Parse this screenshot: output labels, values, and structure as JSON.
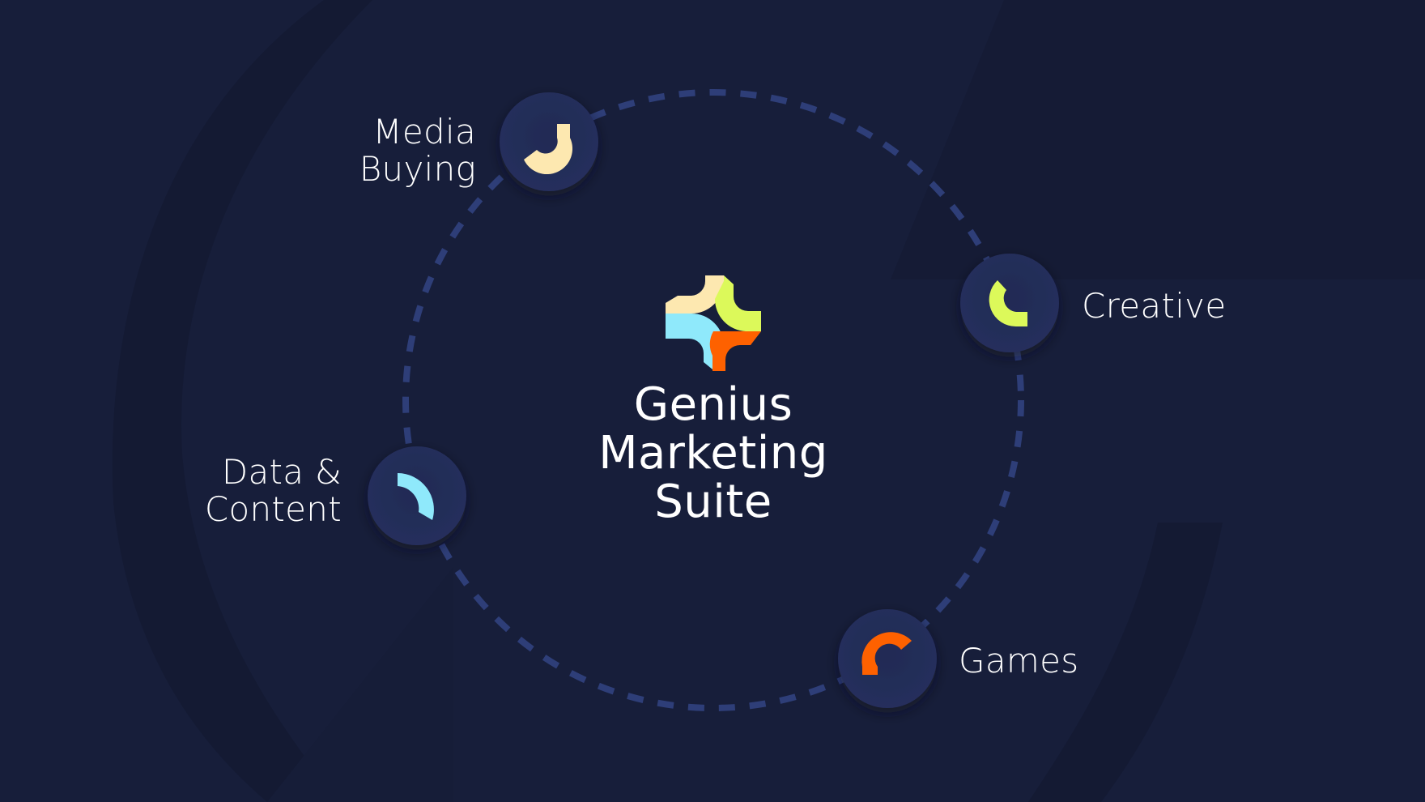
{
  "title": {
    "lines": [
      "Genius",
      "Marketing",
      "Suite"
    ]
  },
  "logo": {
    "name": "genius-sports-logo",
    "colors": {
      "cream": "#fde8b0",
      "lime": "#dcf95a",
      "cyan": "#8fe9fb",
      "orange": "#fe6100"
    }
  },
  "nodes": [
    {
      "id": "media-buying",
      "label": "Media\nBuying",
      "icon": "arc-cream-icon",
      "color": "#fde8b0",
      "position": "top-left"
    },
    {
      "id": "creative",
      "label": "Creative",
      "icon": "arc-lime-icon",
      "color": "#dcf95a",
      "position": "right"
    },
    {
      "id": "data-content",
      "label": "Data &\nContent",
      "icon": "arc-cyan-icon",
      "color": "#8fe9fb",
      "position": "left"
    },
    {
      "id": "games",
      "label": "Games",
      "icon": "arc-orange-icon",
      "color": "#fe6100",
      "position": "bottom-right"
    }
  ],
  "theme": {
    "background": "#171e3a",
    "background_band": "#141a33",
    "node_fill": "#222c55",
    "dash_color": "#2e3e78",
    "text": "#ffffff"
  }
}
